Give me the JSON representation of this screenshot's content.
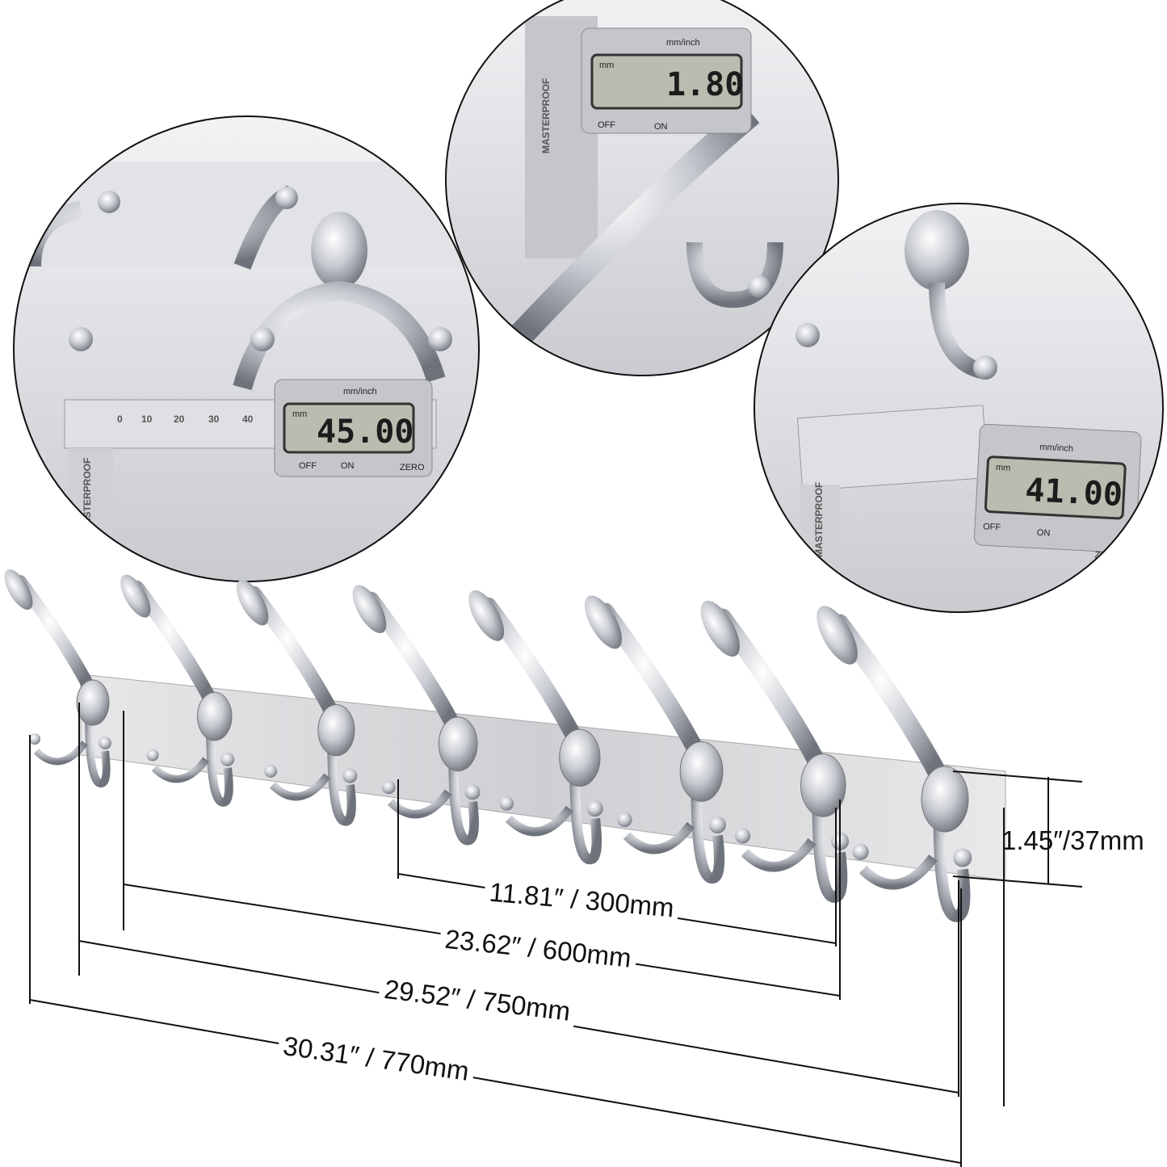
{
  "callouts": [
    {
      "display": "45.00",
      "unit_button": "mm/inch",
      "off_label": "OFF",
      "on_label": "ON",
      "zero_label": "ZERO",
      "unit": "mm",
      "brand": "MASTERPROOF"
    },
    {
      "display": "1.80",
      "unit_button": "mm/inch",
      "off_label": "OFF",
      "on_label": "ON",
      "unit": "mm",
      "brand": "MASTERPROOF"
    },
    {
      "display": "41.00",
      "unit_button": "mm/inch",
      "off_label": "OFF",
      "on_label": "ON",
      "zero_label": "ZERO",
      "unit": "mm",
      "brand": "MASTERPROOF"
    }
  ],
  "scale_ticks": [
    "0",
    "10",
    "20",
    "30",
    "40"
  ],
  "dimensions": {
    "hook_spacing": "11.81″ / 300mm",
    "mount_spacing": "23.62″ / 600mm",
    "hook_span": "29.52″ / 750mm",
    "total_length": "30.31″ / 770mm",
    "height": "1.45″/37mm"
  },
  "hook_count": 8,
  "colors": {
    "chrome": "#c9ccd2",
    "lcd": "#b9bdb0",
    "line": "#111111"
  }
}
